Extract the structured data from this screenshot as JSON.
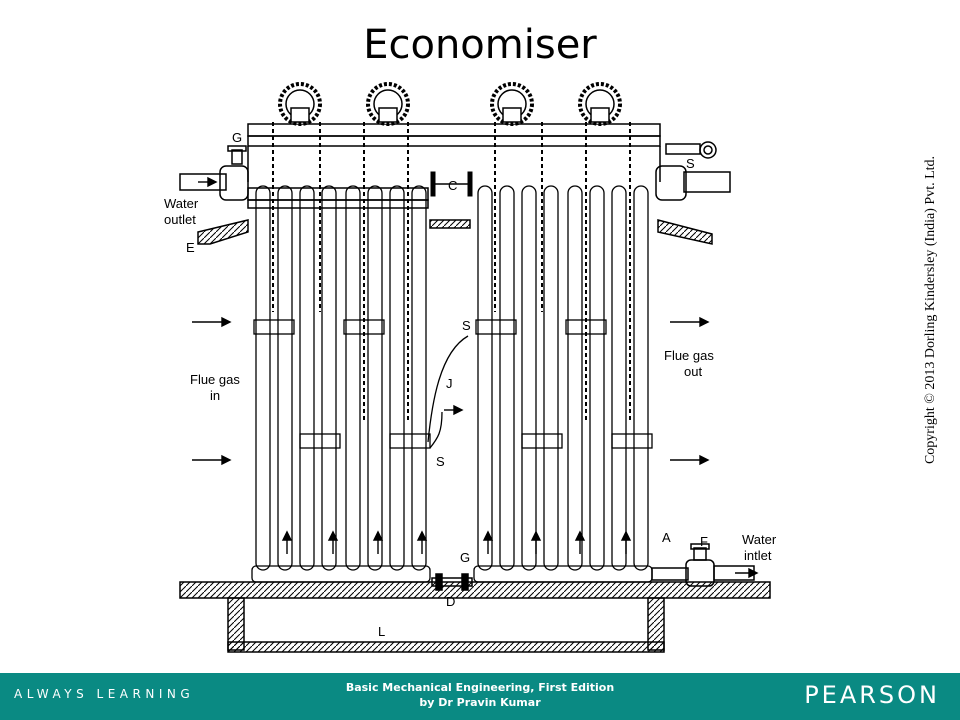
{
  "slide": {
    "title": "Economiser"
  },
  "copyright": "Copyright © 2013 Dorling Kindersley (India) Pvt. Ltd.",
  "diagram": {
    "labels": {
      "g_top": "G",
      "s_top": "S",
      "c": "C",
      "water_outlet_1": "Water",
      "water_outlet_2": "outlet",
      "e": "E",
      "flue_in_1": "Flue gas",
      "flue_in_2": "in",
      "flue_out_1": "Flue gas",
      "flue_out_2": "out",
      "s_mid": "S",
      "j": "J",
      "s_low": "S",
      "a": "A",
      "f": "F",
      "water_inlet_1": "Water",
      "water_inlet_2": "intlet",
      "g_bottom": "G",
      "d": "D",
      "l": "L"
    }
  },
  "footer": {
    "tagline": "ALWAYS LEARNING",
    "book_line1": "Basic Mechanical Engineering, First Edition",
    "book_line2": "by Dr Pravin Kumar",
    "brand": "PEARSON"
  }
}
